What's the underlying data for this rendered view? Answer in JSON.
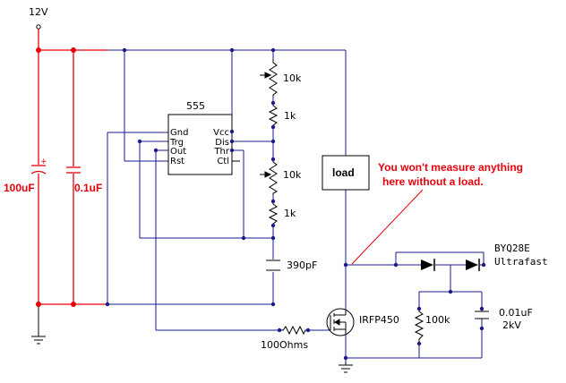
{
  "colors": {
    "wire": "#1a1a8c",
    "rail": "#e8000b",
    "component": "#000000",
    "note": "#e8000b"
  },
  "supply": {
    "label": "12V"
  },
  "capacitors": {
    "c1": "100uF",
    "c2": "0.1uF",
    "c3": "390pF",
    "c4_value": "0.01uF",
    "c4_voltage": "2kV"
  },
  "resistors": {
    "pot1": "10k",
    "r1": "1k",
    "pot2": "10k",
    "r2": "1k",
    "rgate": "100Ohms",
    "rbleed": "100k"
  },
  "ic": {
    "name": "555",
    "pins_left": [
      "Gnd",
      "Trg",
      "Out",
      "Rst"
    ],
    "pins_right": [
      "Vcc",
      "Dis",
      "Thr",
      "Ctl"
    ]
  },
  "load": {
    "label": "load"
  },
  "note": {
    "line1": "You won't measure anything",
    "line2": "here without a load."
  },
  "mosfet": {
    "label": "IRFP450"
  },
  "diodes": {
    "part": "BYQ28E",
    "type": "Ultrafast"
  }
}
